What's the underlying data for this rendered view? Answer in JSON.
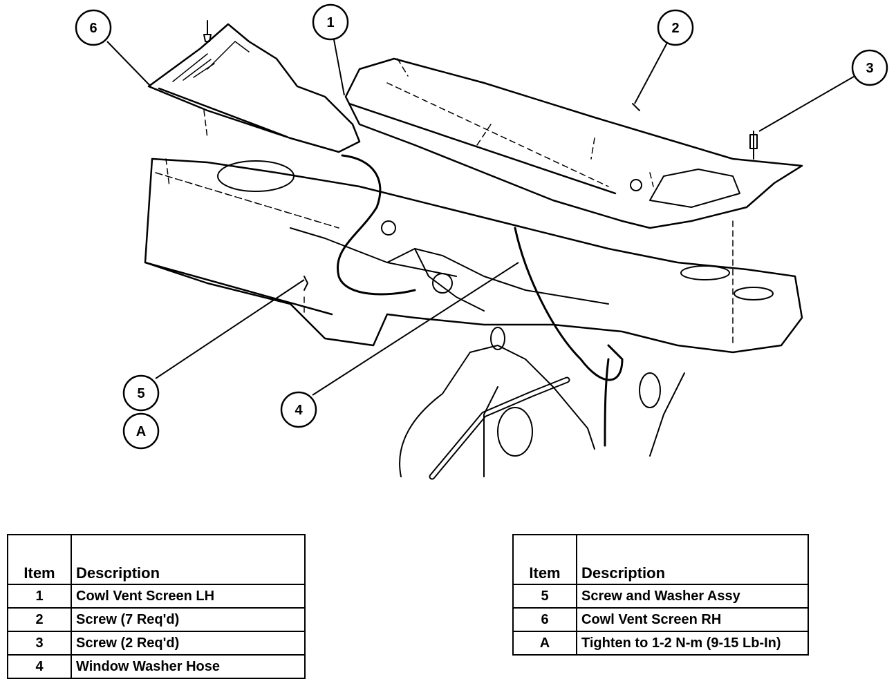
{
  "callouts": [
    "6",
    "1",
    "2",
    "3",
    "5",
    "A",
    "4"
  ],
  "legend_left": {
    "header_item": "Item",
    "header_desc": "Description",
    "rows": [
      {
        "item": "1",
        "desc": "Cowl Vent Screen LH"
      },
      {
        "item": "2",
        "desc": "Screw (7 Req'd)"
      },
      {
        "item": "3",
        "desc": "Screw (2 Req'd)"
      },
      {
        "item": "4",
        "desc": "Window Washer Hose"
      }
    ]
  },
  "legend_right": {
    "header_item": "Item",
    "header_desc": "Description",
    "rows": [
      {
        "item": "5",
        "desc": "Screw and Washer Assy"
      },
      {
        "item": "6",
        "desc": "Cowl Vent Screen RH"
      },
      {
        "item": "A",
        "desc": "Tighten to 1-2 N-m (9-15 Lb-In)"
      }
    ]
  }
}
